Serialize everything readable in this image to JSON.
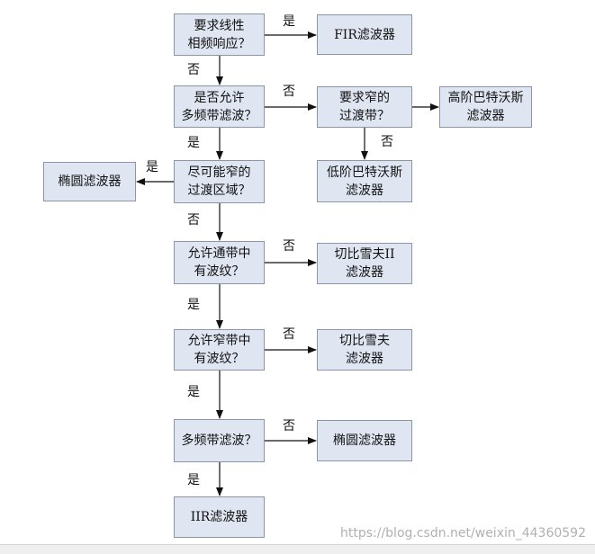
{
  "nodes": {
    "linear_phase": "要求线性\n相频响应？",
    "fir": "FIR滤波器",
    "multiband": "是否允许\n多频带滤波？",
    "narrow_transition_q": "要求窄的\n过渡带？",
    "high_butter": "高阶巴特沃斯\n滤波器",
    "low_butter": "低阶巴特沃斯\n滤波器",
    "narrowest": "尽可能窄的\n过渡区域？",
    "elliptic_left": "椭圆滤波器",
    "passband_ripple": "允许通带中\n有波纹？",
    "cheby2": "切比雪夫II\n滤波器",
    "stopband_ripple": "允许窄带中\n有波纹？",
    "cheby1": "切比雪夫\n滤波器",
    "multiband_q": "多频带滤波？",
    "elliptic_right": "椭圆滤波器",
    "iir": "IIR滤波器"
  },
  "labels": {
    "yes": "是",
    "no": "否"
  },
  "watermark": "https://blog.csdn.net/weixin_44360592"
}
